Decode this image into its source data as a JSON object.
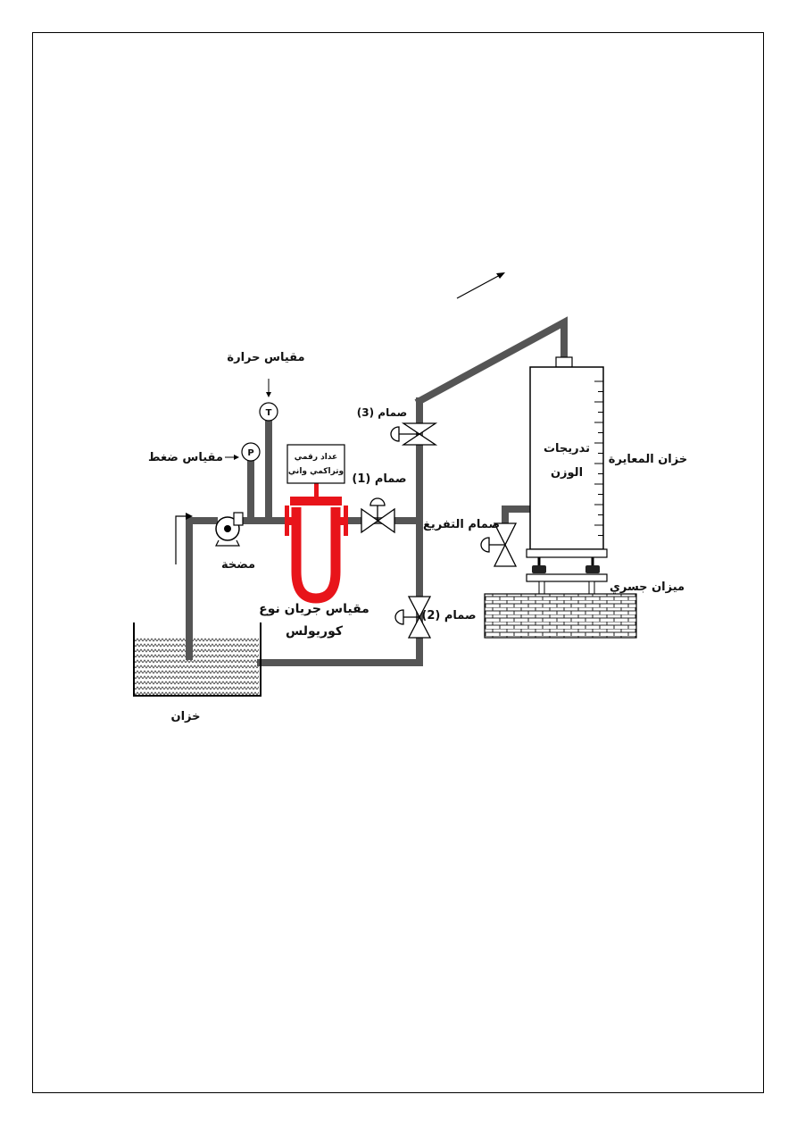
{
  "labels": {
    "temperature_gauge": "مقياس حرارة",
    "pressure_gauge": "مقياس ضغط",
    "pump": "مضخة",
    "counter_line1": "عداد رقمي",
    "counter_line2": "وتراكمي واني",
    "valve1": "صمام (1)",
    "valve2": "صمام (2)",
    "valve3": "صمام (3)",
    "drain_valve": "صمام التفريغ",
    "graduations_line1": "تدريجات",
    "graduations_line2": "الوزن",
    "calibration_tank": "خزان المعايرة",
    "bridge_scale": "ميزان جسري",
    "flowmeter_line1": "مقياس جريان نوع",
    "flowmeter_line2": "كوريولس",
    "tank": "خزان",
    "temp_symbol": "T",
    "pressure_symbol": "P"
  },
  "colors": {
    "pipe": "#555555",
    "coriolis": "#e8141a",
    "line": "#000000"
  }
}
